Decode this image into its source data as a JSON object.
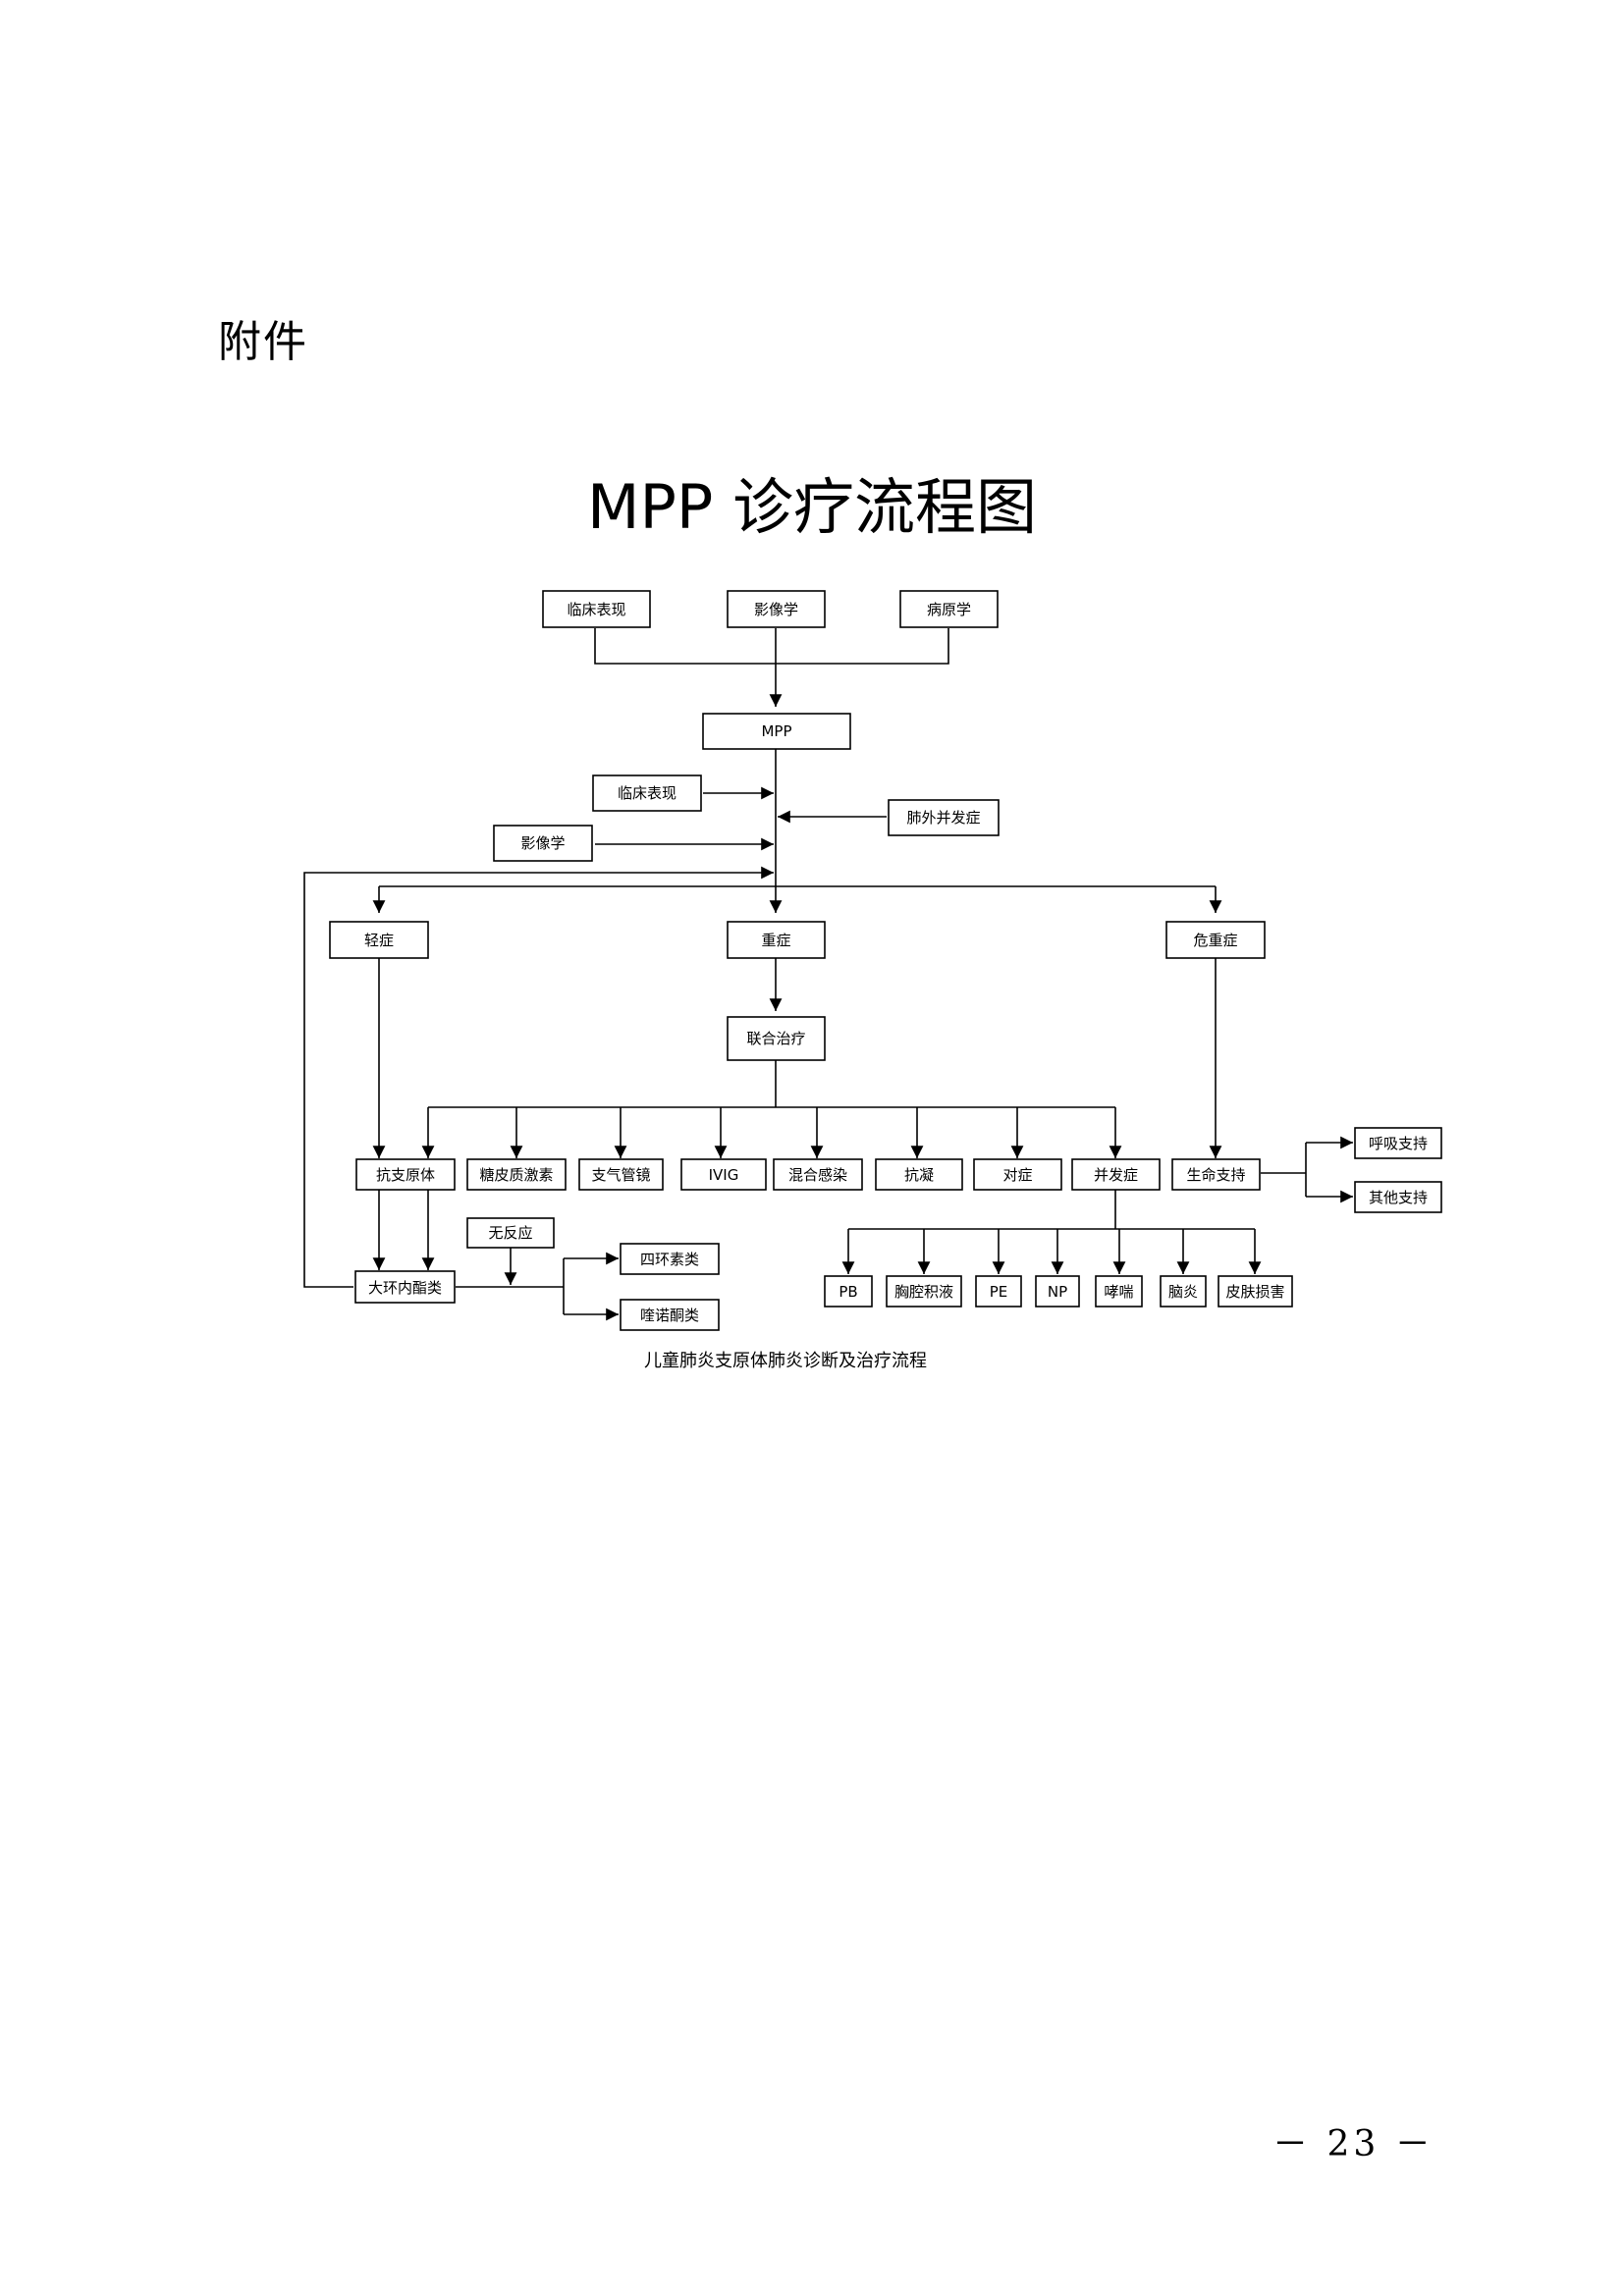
{
  "page": {
    "attachment_label": "附件",
    "title": "MPP 诊疗流程图",
    "caption": "儿童肺炎支原体肺炎诊断及治疗流程",
    "page_number": "－ 23 －"
  },
  "nodes": {
    "clinical_top": "临床表现",
    "imaging_top": "影像学",
    "pathogen": "病原学",
    "mpp": "MPP",
    "clinical_mid": "临床表现",
    "extrapulmonary": "肺外并发症",
    "imaging_mid": "影像学",
    "mild": "轻症",
    "severe": "重症",
    "critical": "危重症",
    "combined": "联合治疗",
    "antimyco": "抗支原体",
    "steroid": "糖皮质激素",
    "bronchoscopy": "支气管镜",
    "ivig": "IVIG",
    "mixed_infection": "混合感染",
    "anticoag": "抗凝",
    "symptomatic": "对症",
    "complications": "并发症",
    "life_support": "生命支持",
    "resp_support": "呼吸支持",
    "other_support": "其他支持",
    "no_response": "无反应",
    "macrolide": "大环内酯类",
    "tetracycline": "四环素类",
    "quinolone": "喹诺酮类",
    "pb": "PB",
    "effusion": "胸腔积液",
    "pe": "PE",
    "np": "NP",
    "wheeze": "哮喘",
    "encephalitis": "脑炎",
    "skin": "皮肤损害"
  }
}
